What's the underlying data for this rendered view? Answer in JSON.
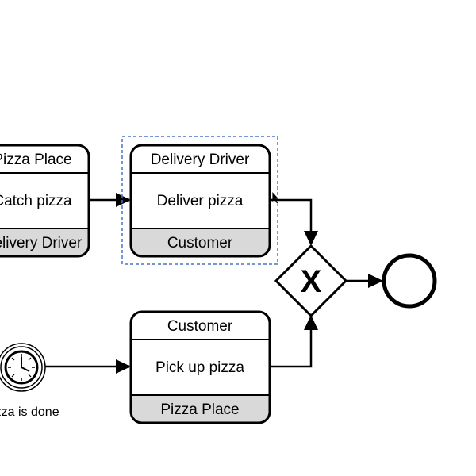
{
  "diagram": {
    "tasks": [
      {
        "id": "catch",
        "top": "Pizza Place",
        "name": "Catch pizza",
        "bottom": "Delivery Driver"
      },
      {
        "id": "deliver",
        "top": "Delivery Driver",
        "name": "Deliver pizza",
        "bottom": "Customer"
      },
      {
        "id": "pickup",
        "top": "Customer",
        "name": "Pick up pizza",
        "bottom": "Pizza Place"
      }
    ],
    "timer_event": {
      "label": "Pizza is done",
      "icon": "clock-icon"
    },
    "gateway": {
      "type": "exclusive",
      "marker": "X"
    },
    "end_event": {
      "icon": "end-event-circle"
    },
    "selection": {
      "target": "deliver",
      "style": "dashed",
      "color": "#4a74c9"
    }
  }
}
